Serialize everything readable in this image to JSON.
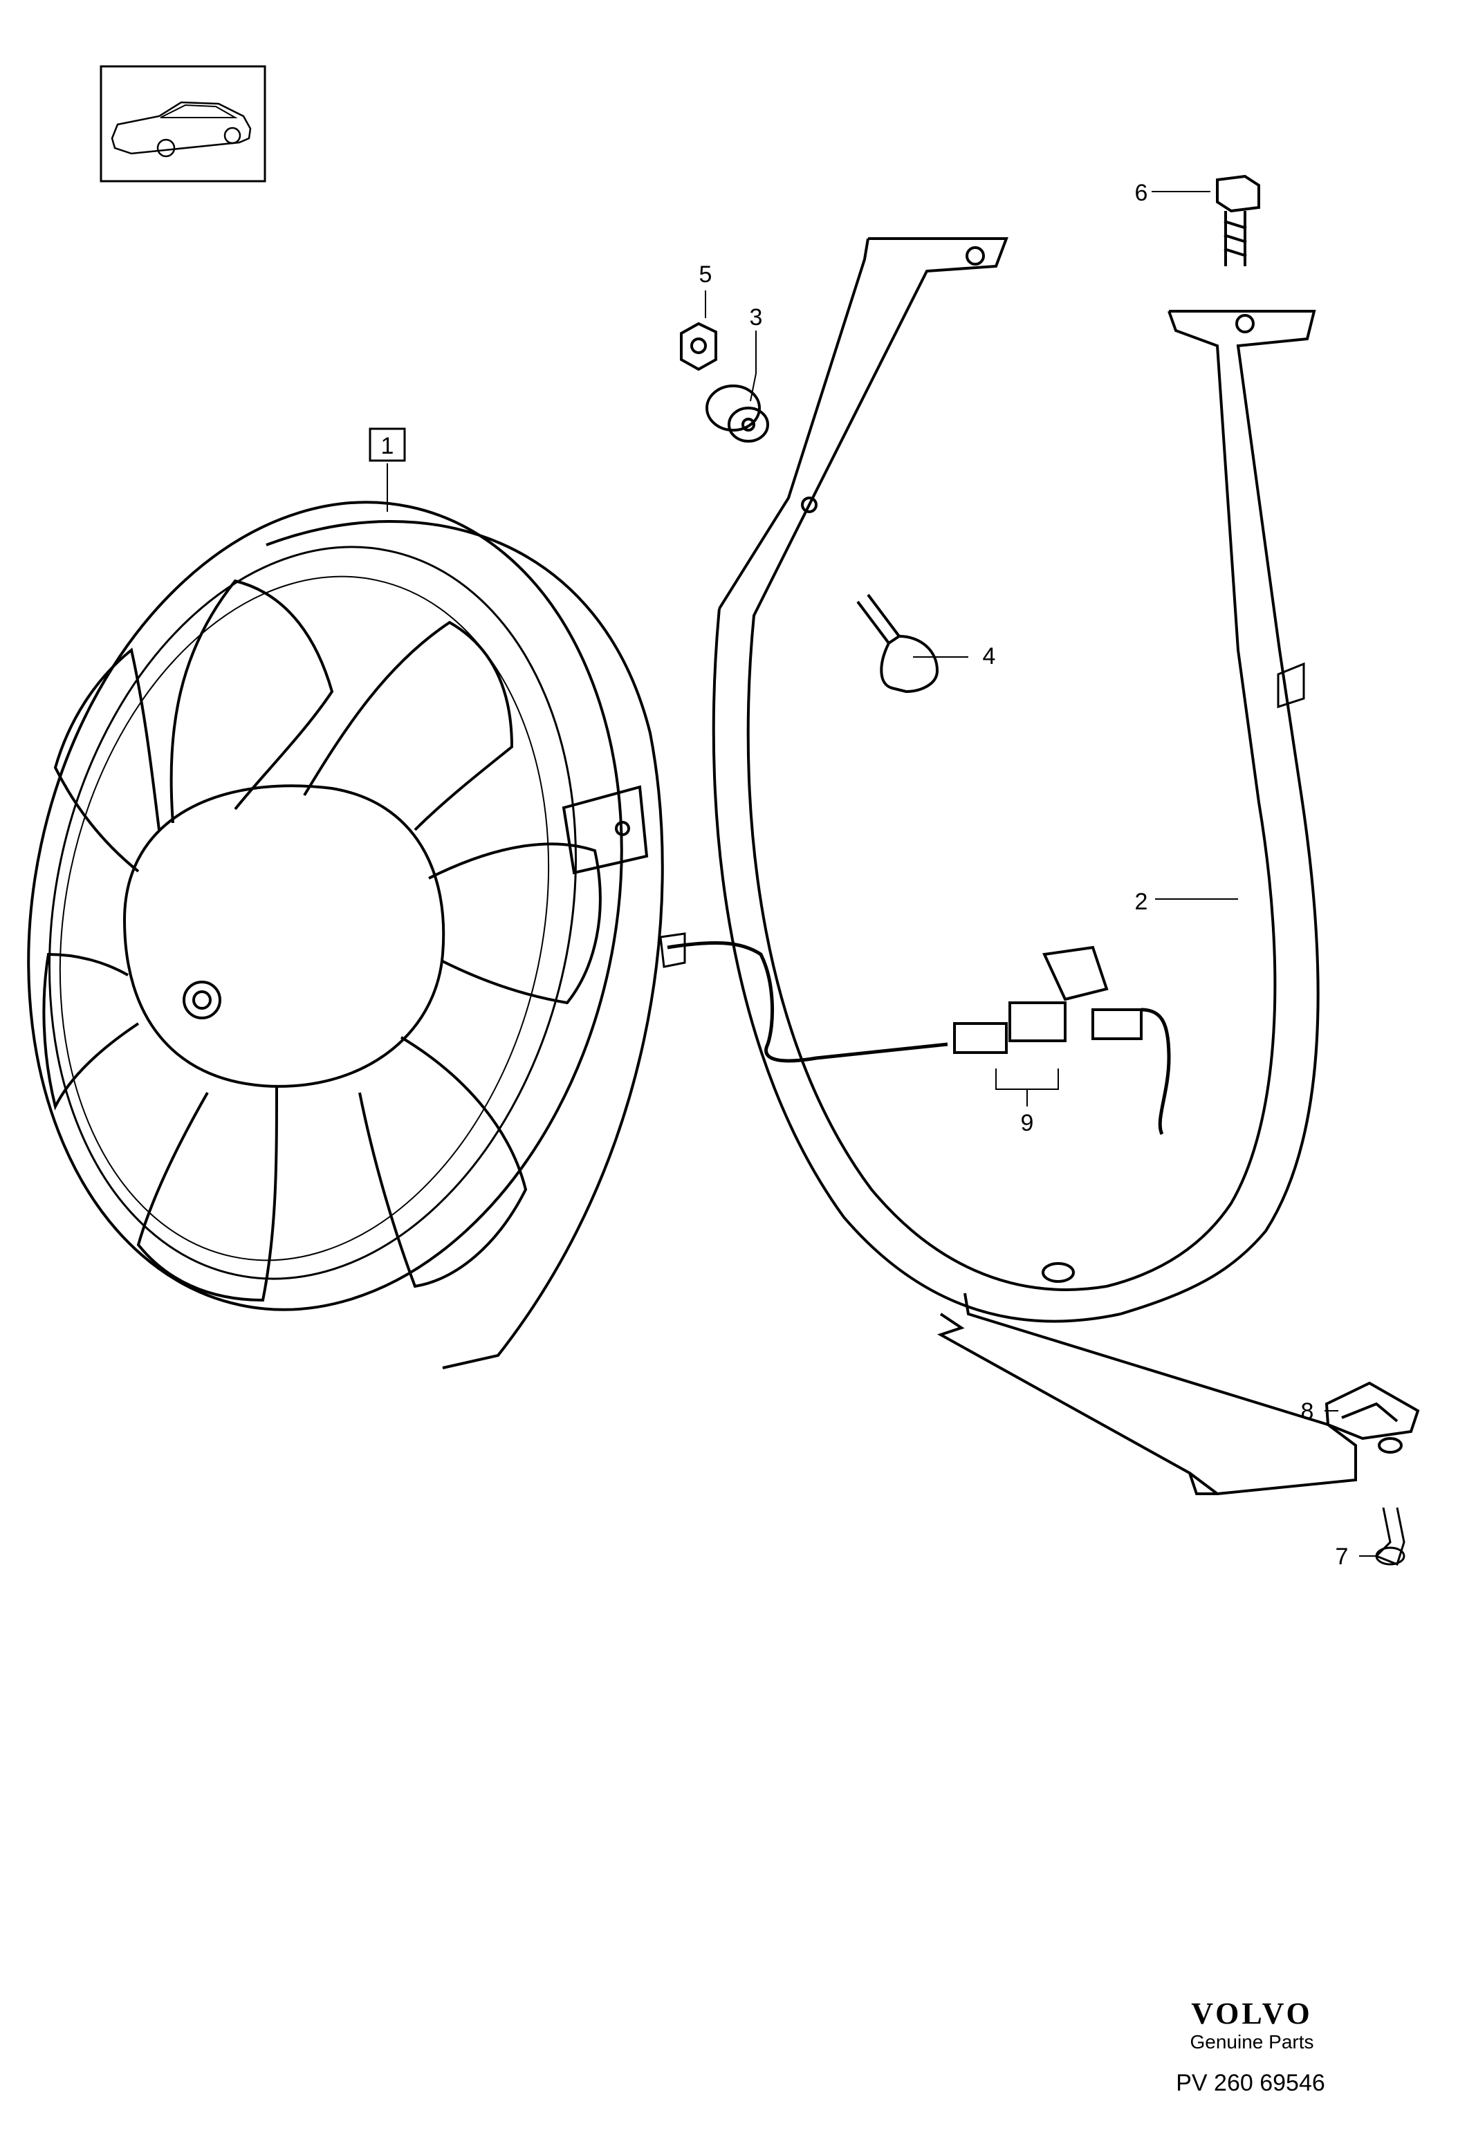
{
  "callouts": [
    {
      "id": "1",
      "text": "1",
      "boxed": true
    },
    {
      "id": "2",
      "text": "2"
    },
    {
      "id": "3",
      "text": "3"
    },
    {
      "id": "4",
      "text": "4"
    },
    {
      "id": "5",
      "text": "5"
    },
    {
      "id": "6",
      "text": "6"
    },
    {
      "id": "7",
      "text": "7"
    },
    {
      "id": "8",
      "text": "8"
    },
    {
      "id": "9",
      "text": "9"
    }
  ],
  "footer": {
    "brand": "VOLVO",
    "tagline": "Genuine Parts",
    "code": "PV 260 69546"
  },
  "icons": {
    "vehicle_thumbnail": "car-icon"
  }
}
